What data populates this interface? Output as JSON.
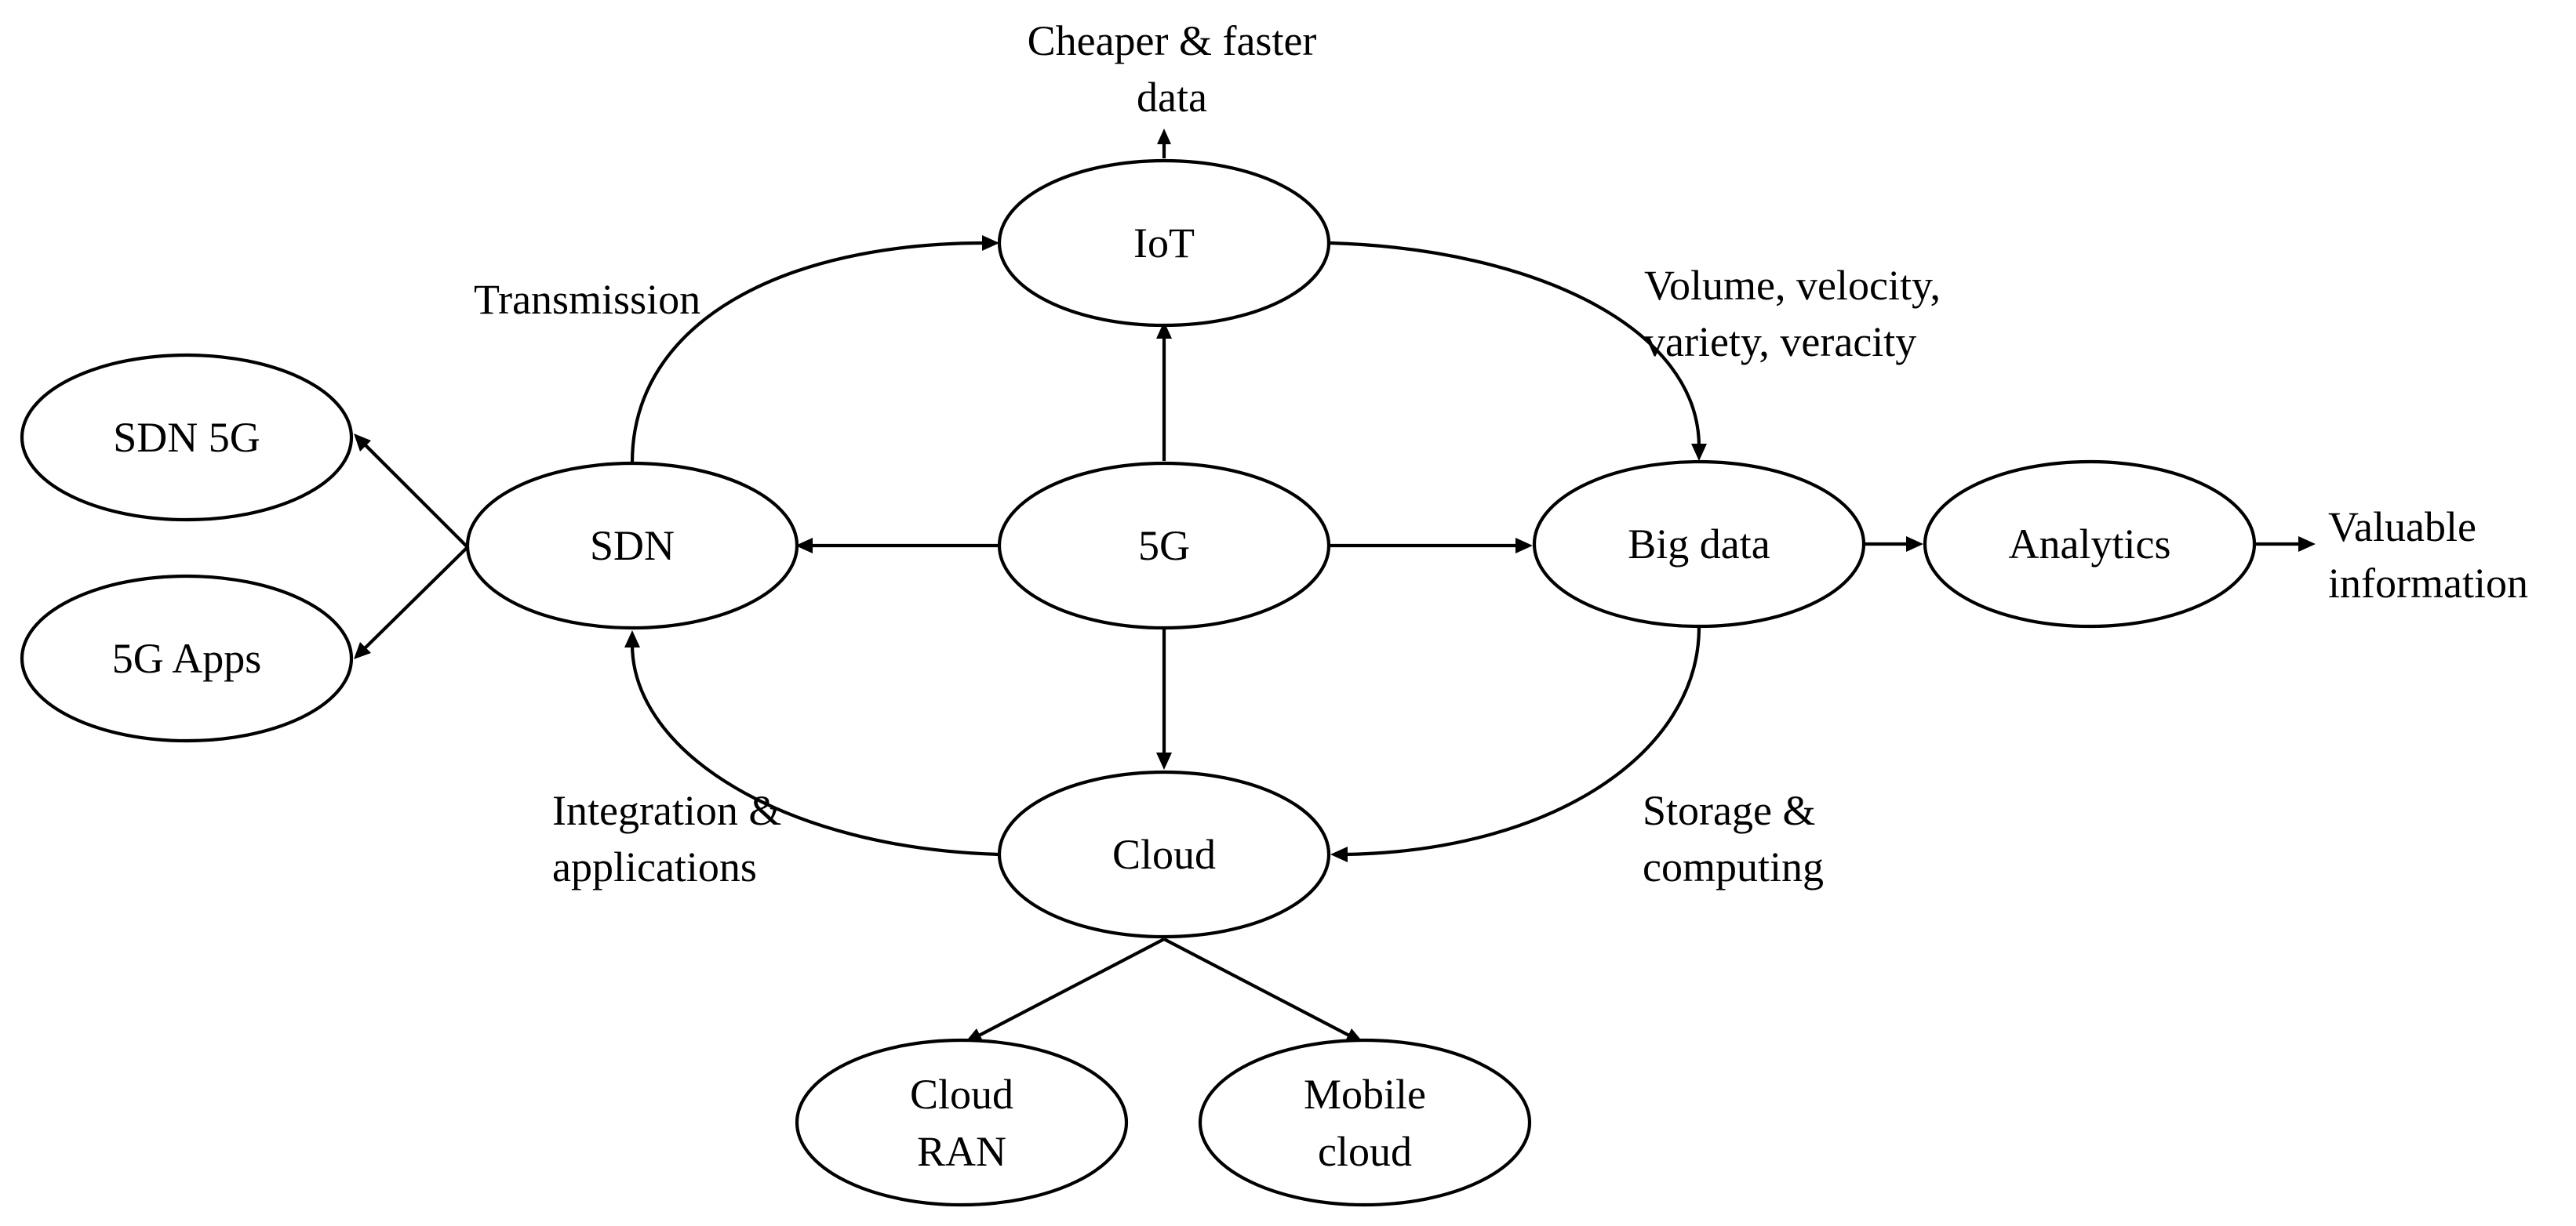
{
  "nodes": {
    "iot": {
      "lines": [
        "IoT"
      ]
    },
    "five_g": {
      "lines": [
        "5G"
      ]
    },
    "sdn": {
      "lines": [
        "SDN"
      ]
    },
    "sdn_5g": {
      "lines": [
        "SDN 5G"
      ]
    },
    "five_g_apps": {
      "lines": [
        "5G Apps"
      ]
    },
    "big_data": {
      "lines": [
        "Big data"
      ]
    },
    "analytics": {
      "lines": [
        "Analytics"
      ]
    },
    "cloud": {
      "lines": [
        "Cloud"
      ]
    },
    "cloud_ran": {
      "lines": [
        "Cloud",
        "RAN"
      ]
    },
    "mobile_cloud": {
      "lines": [
        "Mobile",
        "cloud"
      ]
    }
  },
  "labels": {
    "cheaper_faster": {
      "lines": [
        "Cheaper & faster",
        "data"
      ]
    },
    "transmission": {
      "lines": [
        "Transmission"
      ]
    },
    "four_vs": {
      "lines": [
        "Volume, velocity,",
        "variety, veracity"
      ]
    },
    "valuable_information": {
      "lines": [
        "Valuable",
        "information"
      ]
    },
    "integration_applications": {
      "lines": [
        "Integration &",
        "applications"
      ]
    },
    "storage_computing": {
      "lines": [
        "Storage &",
        "computing"
      ]
    }
  },
  "edges": [
    {
      "from": "five_g",
      "to": "iot"
    },
    {
      "from": "five_g",
      "to": "sdn"
    },
    {
      "from": "five_g",
      "to": "big_data"
    },
    {
      "from": "five_g",
      "to": "cloud"
    },
    {
      "from": "sdn",
      "to": "iot",
      "label": "transmission"
    },
    {
      "from": "iot",
      "to": "big_data",
      "label": "four_vs"
    },
    {
      "from": "big_data",
      "to": "cloud",
      "label": "storage_computing"
    },
    {
      "from": "cloud",
      "to": "sdn",
      "label": "integration_applications"
    },
    {
      "from": "big_data",
      "to": "analytics"
    },
    {
      "from": "analytics",
      "to": "valuable_information"
    },
    {
      "from": "iot",
      "to": "cheaper_faster"
    },
    {
      "from": "sdn",
      "to": "sdn_5g"
    },
    {
      "from": "sdn",
      "to": "five_g_apps"
    },
    {
      "from": "cloud",
      "to": "cloud_ran"
    },
    {
      "from": "cloud",
      "to": "mobile_cloud"
    }
  ]
}
